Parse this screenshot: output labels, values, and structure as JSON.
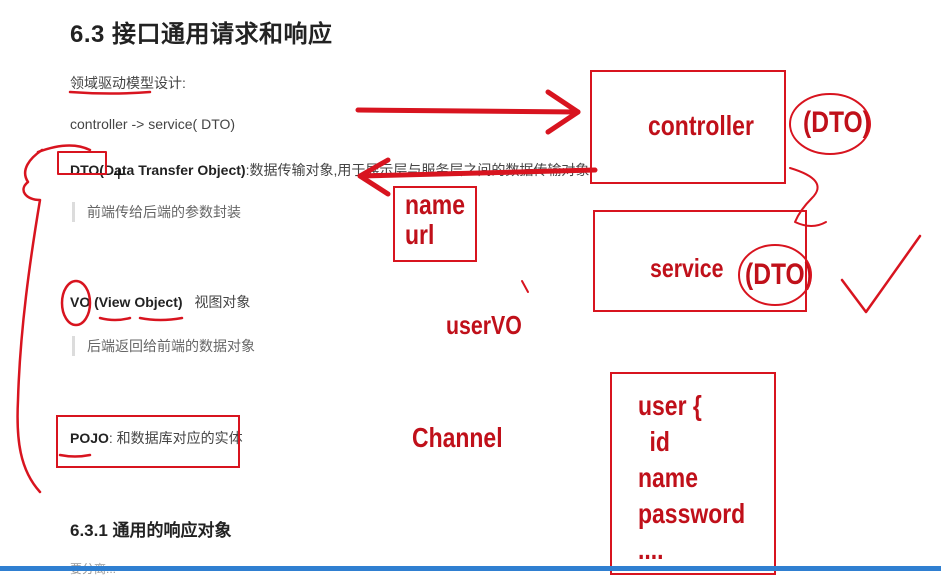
{
  "doc": {
    "heading": "6.3 接口通用请求和响应",
    "domain_design": "领域驱动模型设计:",
    "flow": "controller -> service( DTO)",
    "dto_line": {
      "term": "DTO(Data Transfer Object)",
      "desc": ":数据传输对象,用于展示层与服务层之间的数据传输对象"
    },
    "dto_quote": "前端传给后端的参数封装",
    "vo_line": {
      "term": "VO (View Object)",
      "desc": "视图对象"
    },
    "vo_quote": "后端返回给前端的数据对象",
    "pojo_line": {
      "term": "POJO",
      "desc": ": 和数据库对应的实体"
    },
    "subheading": "6.3.1 通用的响应对象",
    "cutoff_line": "要分离..."
  },
  "annotations": {
    "controller": "controller",
    "controller_dto": "(DTO)",
    "name_url": [
      "name",
      "url"
    ],
    "service": "service",
    "service_dto": "(DTO)",
    "uservo": "userVO",
    "channel": "Channel",
    "user_block": [
      "user {",
      "id",
      "name",
      "password",
      "...."
    ]
  },
  "colors": {
    "ink": "#d8141f",
    "hand_text": "#c0101a",
    "bottom_bar": "#2f7fd1"
  }
}
